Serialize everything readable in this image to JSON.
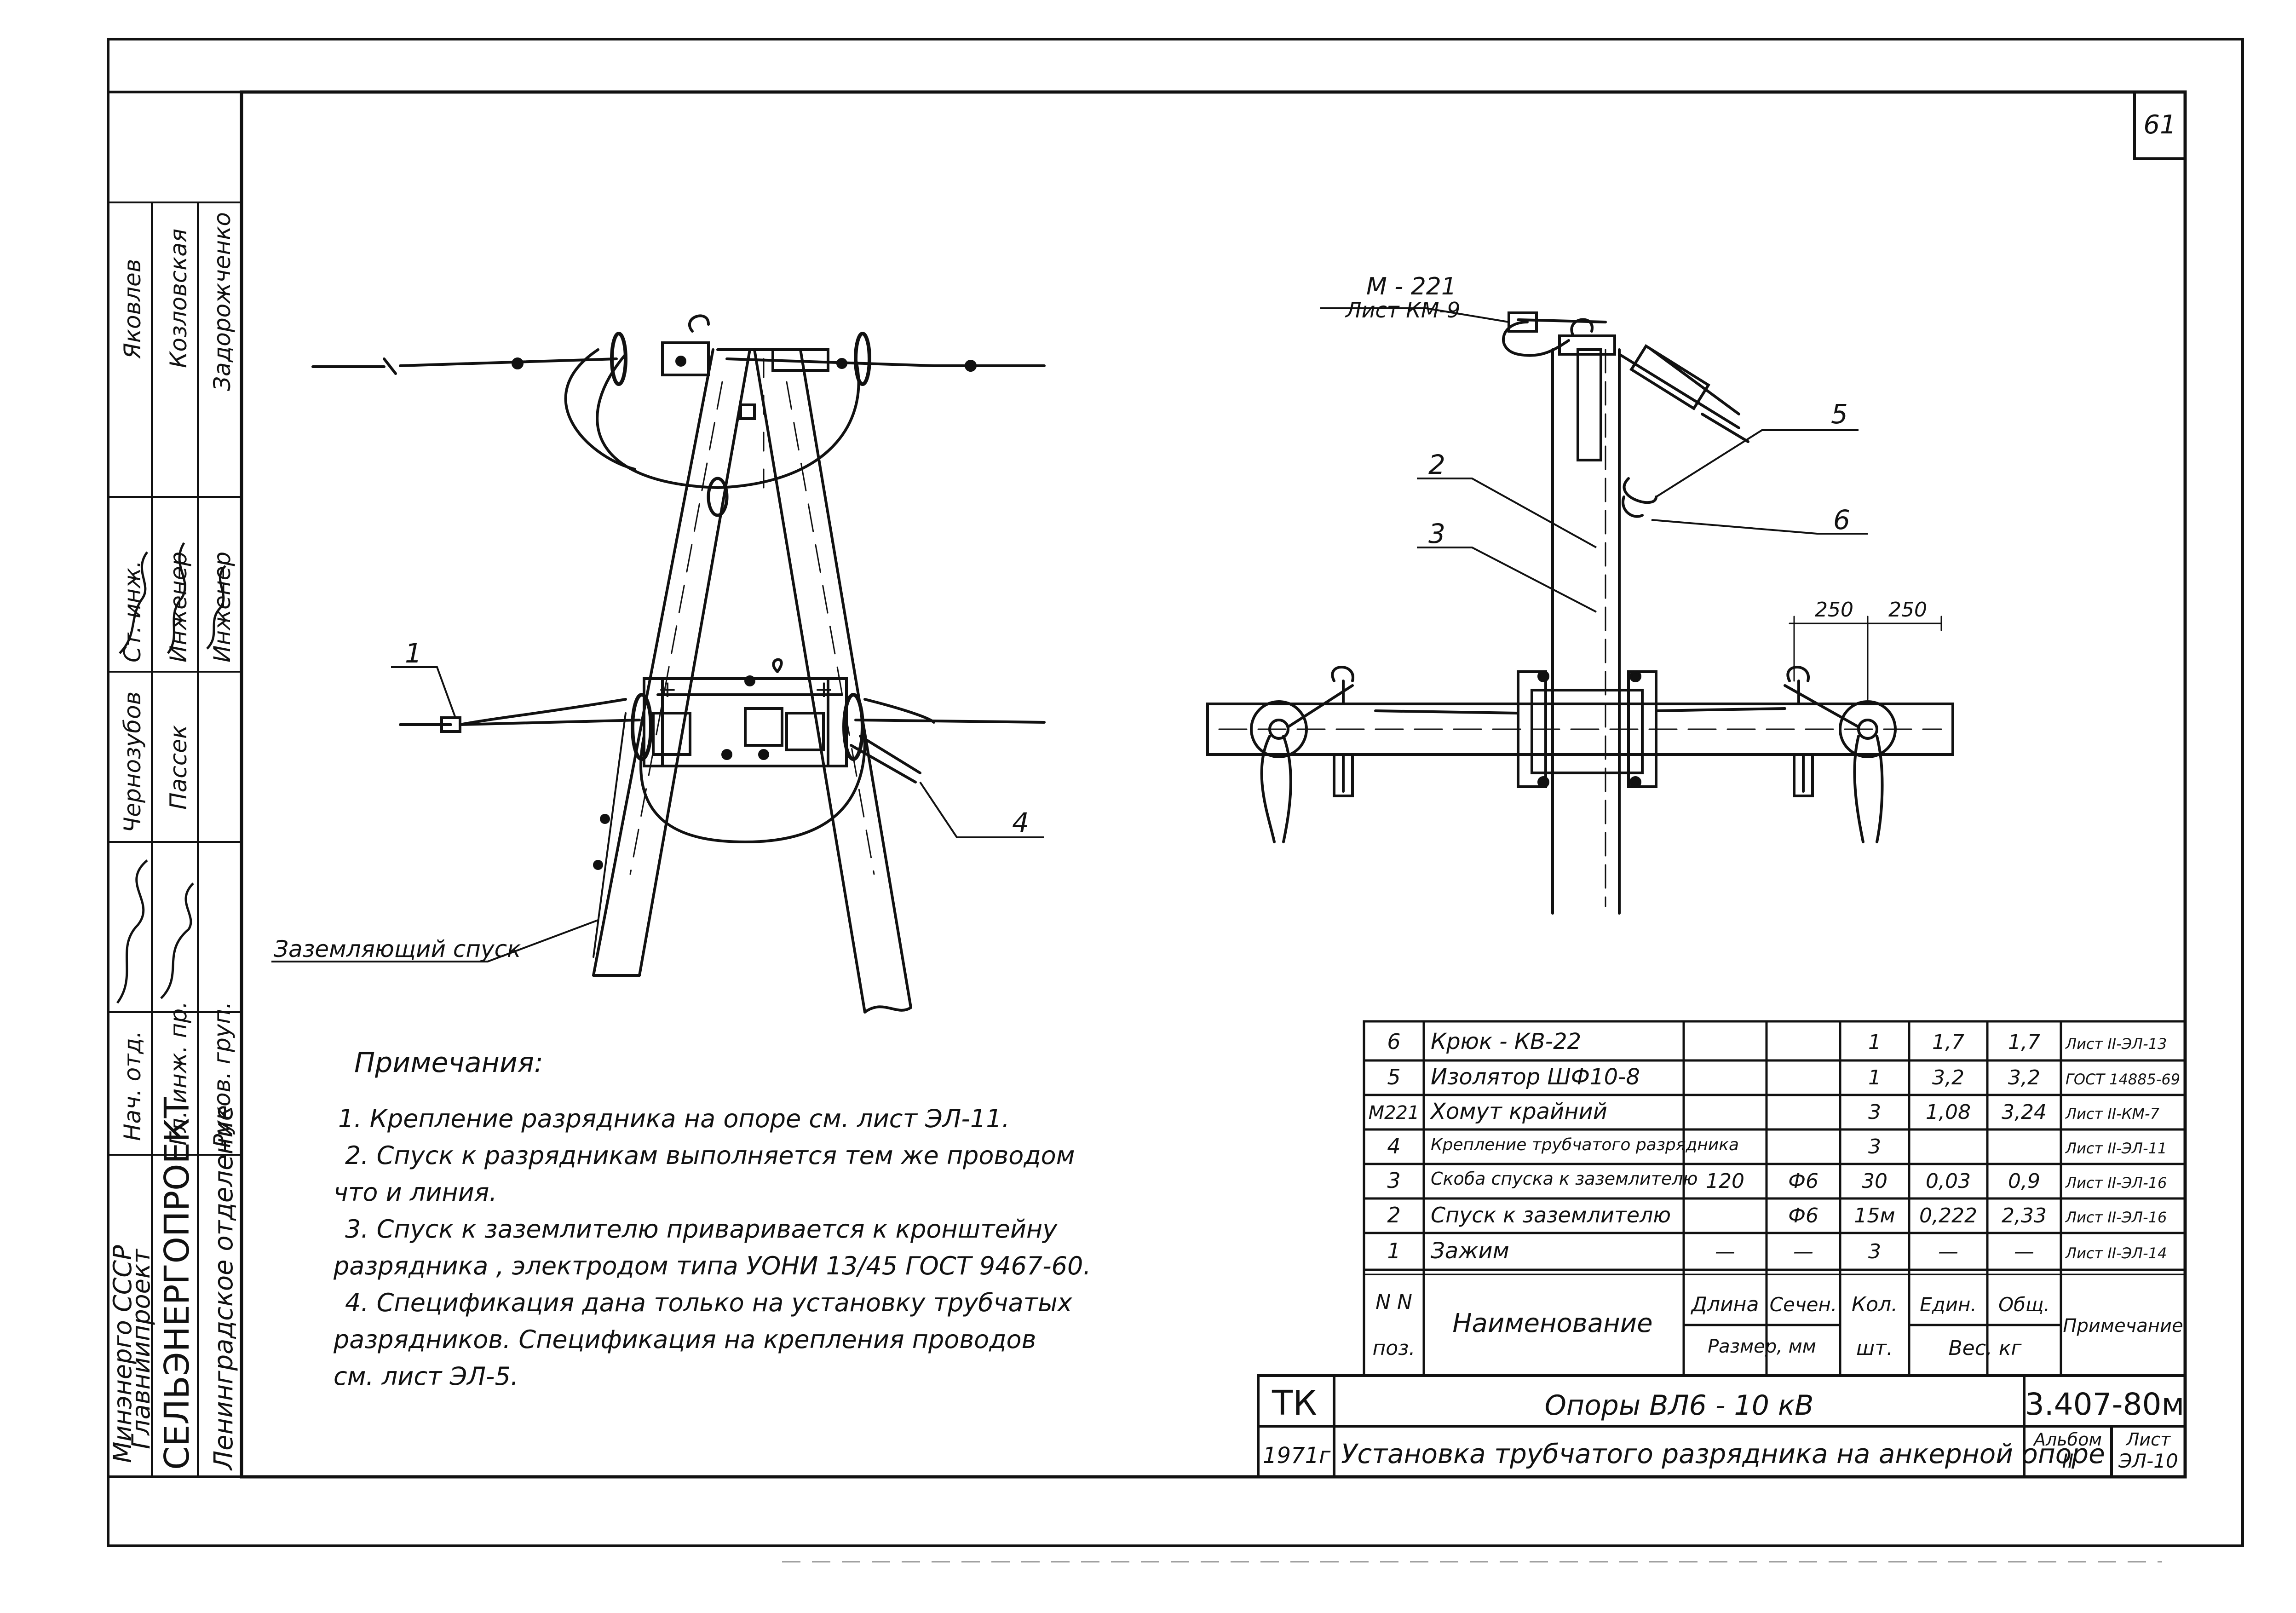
{
  "sheet": {
    "page_number": "61"
  },
  "side_stamp": {
    "ministry": "Минэнерго СССР",
    "glavk": "Главниипроект",
    "institute": "СЕЛЬЭНЕРГОПРОЕКТ",
    "branch": "Ленинградское отделение",
    "roles": [
      "Нач. отд.",
      "Гл. инж. пр.",
      "Руков. груп.",
      "Ст. инж.",
      "Инженер",
      "Инженер"
    ],
    "names": [
      "Чернозубов",
      "Пассек",
      "Яковлев",
      "Козловская",
      "Задорожченко"
    ]
  },
  "left_view": {
    "callout_1": "1",
    "callout_4": "4",
    "ground_label": "Заземляющий спуск"
  },
  "right_view": {
    "m221_label": "М - 221",
    "m221_sheet": "Лист КМ-9",
    "callout_2": "2",
    "callout_3": "3",
    "callout_5": "5",
    "callout_6": "6",
    "dim_left": "250",
    "dim_right": "250"
  },
  "notes": {
    "heading": "Примечания:",
    "lines": [
      "1. Крепление   разрядника   на   опоре   см.  лист  ЭЛ-11.",
      "2. Спуск  к  разрядникам   выполняется   тем  же  проводом",
      "что  и  линия.",
      "3. Спуск  к  заземлителю   приваривается  к  кронштейну",
      "разрядника ,  электродом   типа   УОНИ  13/45  ГОСТ  9467-60.",
      "4. Спецификация   дана   только   на   установку  трубчатых",
      "разрядников.  Спецификация   на   крепления   проводов",
      "см.  лист   ЭЛ-5."
    ]
  },
  "spec_table": {
    "rows": [
      {
        "pos": "6",
        "name": "Крюк  -  КВ-22",
        "len": "",
        "sec": "",
        "qty": "1",
        "unit": "1,7",
        "total": "1,7",
        "note": "Лист II-ЭЛ-13"
      },
      {
        "pos": "5",
        "name": "Изолятор  ШФ10-8",
        "len": "",
        "sec": "",
        "qty": "1",
        "unit": "3,2",
        "total": "3,2",
        "note": "ГОСТ 14885-69"
      },
      {
        "pos": "М221",
        "name": "Хомут  крайний",
        "len": "",
        "sec": "",
        "qty": "3",
        "unit": "1,08",
        "total": "3,24",
        "note": "Лист II-КМ-7"
      },
      {
        "pos": "4",
        "name": "Крепление трубчатого разрядника",
        "len": "",
        "sec": "",
        "qty": "3",
        "unit": "",
        "total": "",
        "note": "Лист II-ЭЛ-11"
      },
      {
        "pos": "3",
        "name": "Скоба  спуска  к заземлителю",
        "len": "120",
        "sec": "Ф6",
        "qty": "30",
        "unit": "0,03",
        "total": "0,9",
        "note": "Лист II-ЭЛ-16"
      },
      {
        "pos": "2",
        "name": "Спуск к заземлителю",
        "len": "",
        "sec": "Ф6",
        "qty": "15м",
        "unit": "0,222",
        "total": "2,33",
        "note": "Лист II-ЭЛ-16"
      },
      {
        "pos": "1",
        "name": "Зажим",
        "len": "—",
        "sec": "—",
        "qty": "3",
        "unit": "—",
        "total": "—",
        "note": "Лист II-ЭЛ-14"
      }
    ],
    "header": {
      "pos_top": "N N",
      "pos_bottom": "поз.",
      "name": "Наименование",
      "len": "Длина",
      "sec": "Сечен.",
      "size": "Размер, мм",
      "qty_top": "Кол.",
      "qty_bottom": "шт.",
      "unit": "Един.",
      "total": "Общ.",
      "weight": "Вес,  кг",
      "note": "Примечание"
    }
  },
  "title_block": {
    "code": "ТК",
    "subject": "Опоры   ВЛ6 - 10 кВ",
    "doc_number": "3.407-80м",
    "year": "1971г",
    "title": "Установка   трубчатого   разрядника  на  анкерной  опоре",
    "album_label": "Альбом",
    "album_value": "II",
    "sheet_label": "Лист",
    "sheet_value": "ЭЛ-10"
  }
}
